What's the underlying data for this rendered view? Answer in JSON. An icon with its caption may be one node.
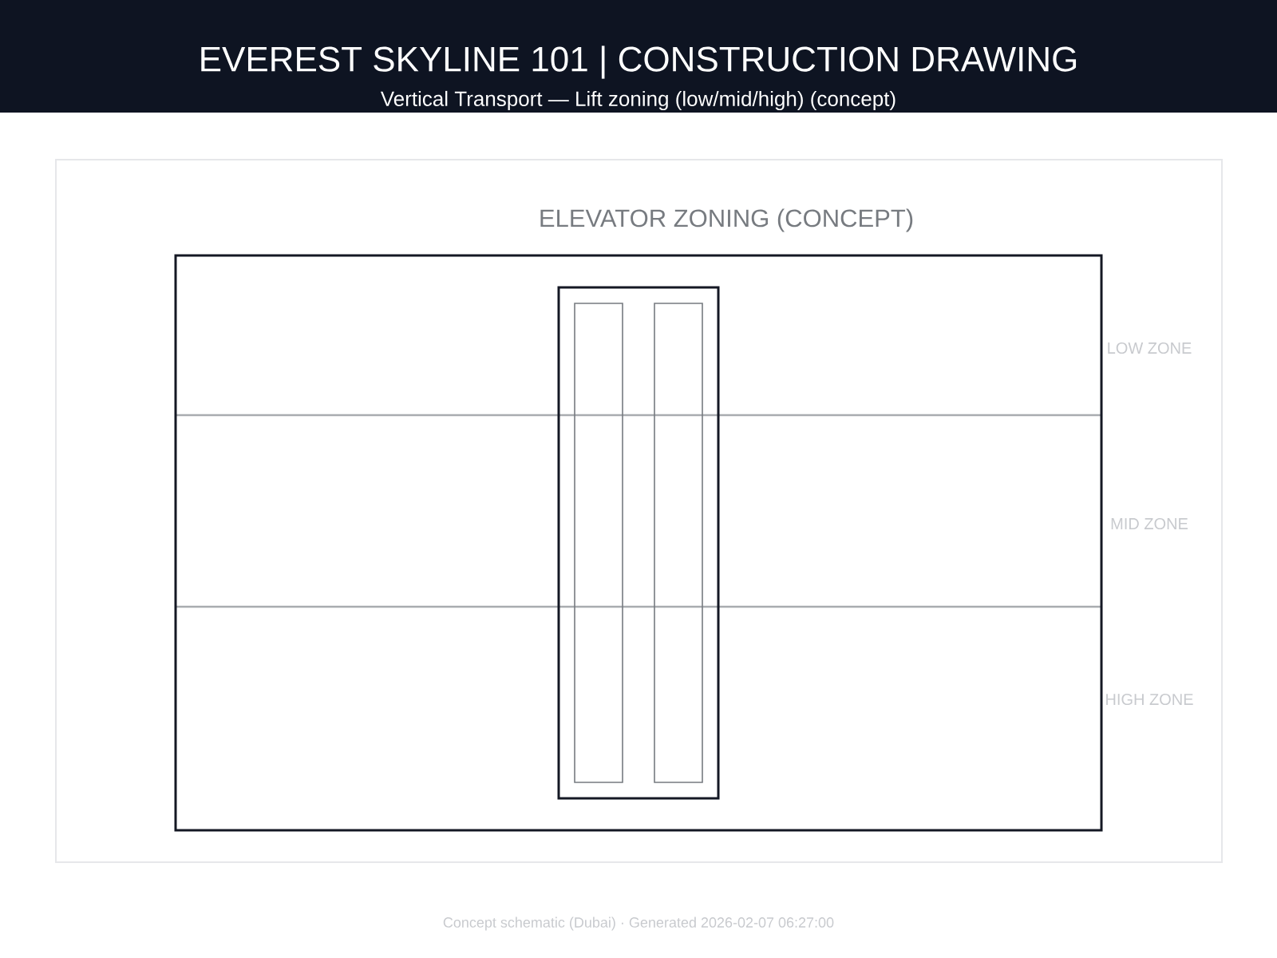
{
  "diagram": {
    "title": "EVEREST SKYLINE 101 | CONSTRUCTION DRAWING",
    "nodes": [
      {
        "text": [],
        "shape": "box"
      },
      {
        "text": [],
        "shape": "box",
        "in": 0
      },
      {
        "text": [],
        "shape": "box",
        "in": 1
      },
      {
        "text": [],
        "shape": "box",
        "in": 1
      }
    ],
    "labels": [
      "Vertical Transport — Lift zoning (low/mid/high) (concept)",
      "ELEVATOR ZONING (CONCEPT)",
      "LOW ZONE",
      "MID ZONE",
      "HIGH ZONE",
      "Concept schematic (Dubai) · Generated 2026-02-07 06:27:00"
    ]
  }
}
